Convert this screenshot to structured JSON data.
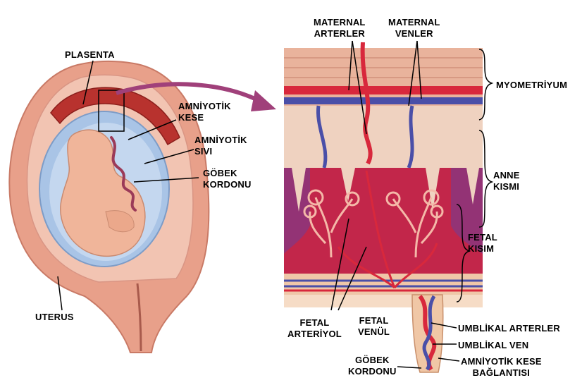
{
  "labels": {
    "plasenta": "PLASENTA",
    "amniyotik_kese": [
      "AMNİYOTİK",
      "KESE"
    ],
    "amniyotik_sivi": [
      "AMNİYOTİK",
      "SIVI"
    ],
    "gobek_kordonu_left": [
      "GÖBEK",
      "KORDONU"
    ],
    "uterus": "UTERUS",
    "maternal_arterler": [
      "MATERNAL",
      "ARTERLER"
    ],
    "maternal_venler": [
      "MATERNAL",
      "VENLER"
    ],
    "myometriyum": "MYOMETRİYUM",
    "anne_kismi": [
      "ANNE",
      "KISMI"
    ],
    "fetal_kisim": [
      "FETAL",
      "KISIM"
    ],
    "fetal_arteriyol": [
      "FETAL",
      "ARTERİYOL"
    ],
    "fetal_venul": [
      "FETAL",
      "VENÜL"
    ],
    "umblikal_arterler": "UMBLİKAL ARTERLER",
    "umblikal_ven": "UMBLİKAL VEN",
    "amniyotik_kese_baglantisi": [
      "AMNİYOTİK KESE",
      "BAĞLANTISI"
    ],
    "gobek_kordonu_right": [
      "GÖBEK",
      "KORDONU"
    ]
  },
  "colors": {
    "uterus_wall": "#e8a08a",
    "uterus_inner": "#f2c4b2",
    "amniotic_sac": "#a9c4e6",
    "fetus": "#f0b59a",
    "placenta": "#b8322e",
    "myometrium": "#e9b39c",
    "artery": "#d8283c",
    "vein": "#4a4fa8",
    "arrow": "#a0407a"
  }
}
